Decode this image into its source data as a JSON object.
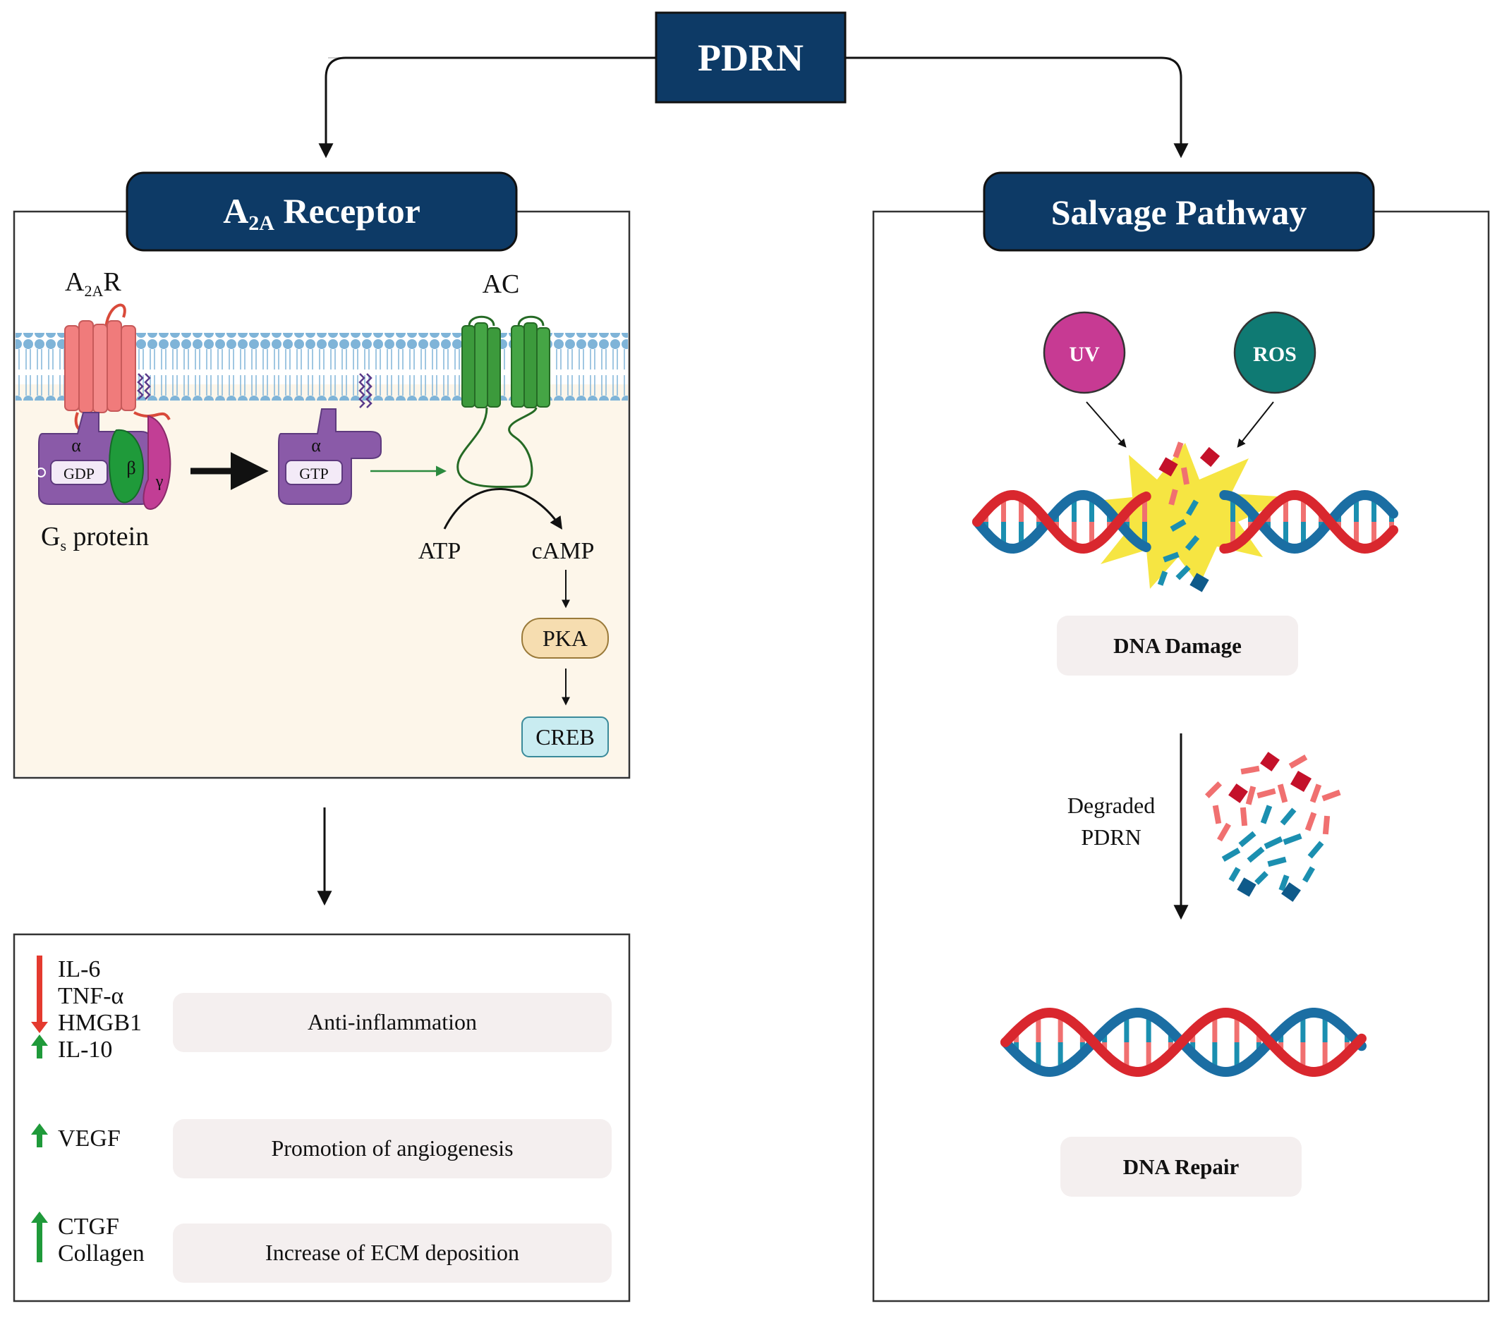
{
  "title": "PDRN",
  "left_panel": {
    "header": "Receptor",
    "header_prefix": "A",
    "header_subscript": "2A",
    "receptor_label": "A",
    "receptor_label_sub": "2A",
    "receptor_label_suffix": "R",
    "ac_label": "AC",
    "g_alpha": "α",
    "g_beta": "β",
    "g_gamma": "γ",
    "gdp": "GDP",
    "gtp": "GTP",
    "gs_label_prefix": "G",
    "gs_label_sub": "s",
    "gs_label_suffix": " protein",
    "atp": "ATP",
    "camp": "cAMP",
    "pka": "PKA",
    "creb": "CREB"
  },
  "effects": {
    "groups": [
      {
        "markers": [
          {
            "label": "IL-6",
            "direction": "down"
          },
          {
            "label": "TNF-α",
            "direction": "down"
          },
          {
            "label": "HMGB1",
            "direction": "down"
          },
          {
            "label": "IL-10",
            "direction": "up"
          }
        ],
        "outcome": "Anti-inflammation"
      },
      {
        "markers": [
          {
            "label": "VEGF",
            "direction": "up"
          }
        ],
        "outcome": "Promotion of angiogenesis"
      },
      {
        "markers": [
          {
            "label": "CTGF",
            "direction": "up"
          },
          {
            "label": "Collagen",
            "direction": "up"
          }
        ],
        "outcome": "Increase of ECM deposition"
      }
    ]
  },
  "right_panel": {
    "header": "Salvage Pathway",
    "uv": "UV",
    "ros": "ROS",
    "dna_damage": "DNA Damage",
    "degraded_line1": "Degraded",
    "degraded_line2": "PDRN",
    "dna_repair": "DNA Repair"
  },
  "colors": {
    "navy": "#0d3a66",
    "uv": "#c73a93",
    "ros": "#0f7a73",
    "dna_red": "#d9272e",
    "dna_blue": "#1b6ea3",
    "receptor": "#f07b7b",
    "ac": "#3c9a3c",
    "gprotein": "#8a5aa8",
    "membrane": "#7fb4d8",
    "cytoplasm": "#fdf6ea",
    "down_arrow": "#e43a2f",
    "up_arrow": "#1f9a3a",
    "pka_fill": "#f6ddb0",
    "creb_fill": "#c9ecf1"
  }
}
